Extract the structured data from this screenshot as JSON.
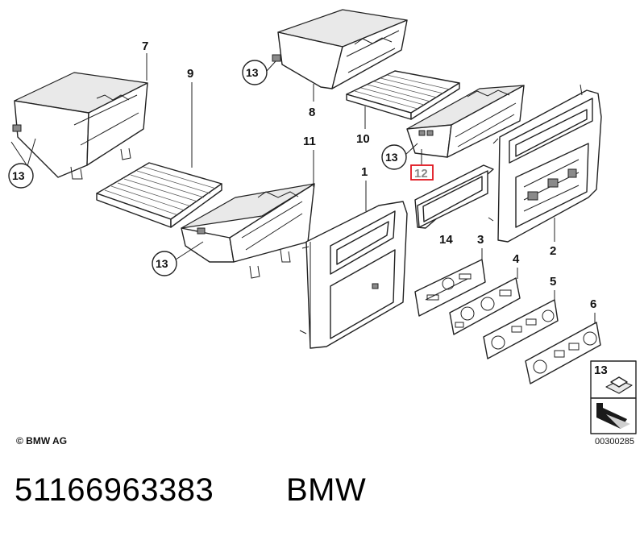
{
  "diagram": {
    "part_labels": {
      "p1": "1",
      "p2": "2",
      "p3": "3",
      "p4": "4",
      "p5": "5",
      "p6": "6",
      "p7": "7",
      "p8": "8",
      "p9": "9",
      "p10": "10",
      "p11": "11",
      "p12": "12",
      "p13": "13",
      "p14": "14"
    },
    "callout_13": "13",
    "legend_number": "13",
    "highlight_color": "#e0141e",
    "copyright": "© BMW AG",
    "diagram_number": "00300285"
  },
  "footer": {
    "part_number": "51166963383",
    "brand": "BMW"
  }
}
